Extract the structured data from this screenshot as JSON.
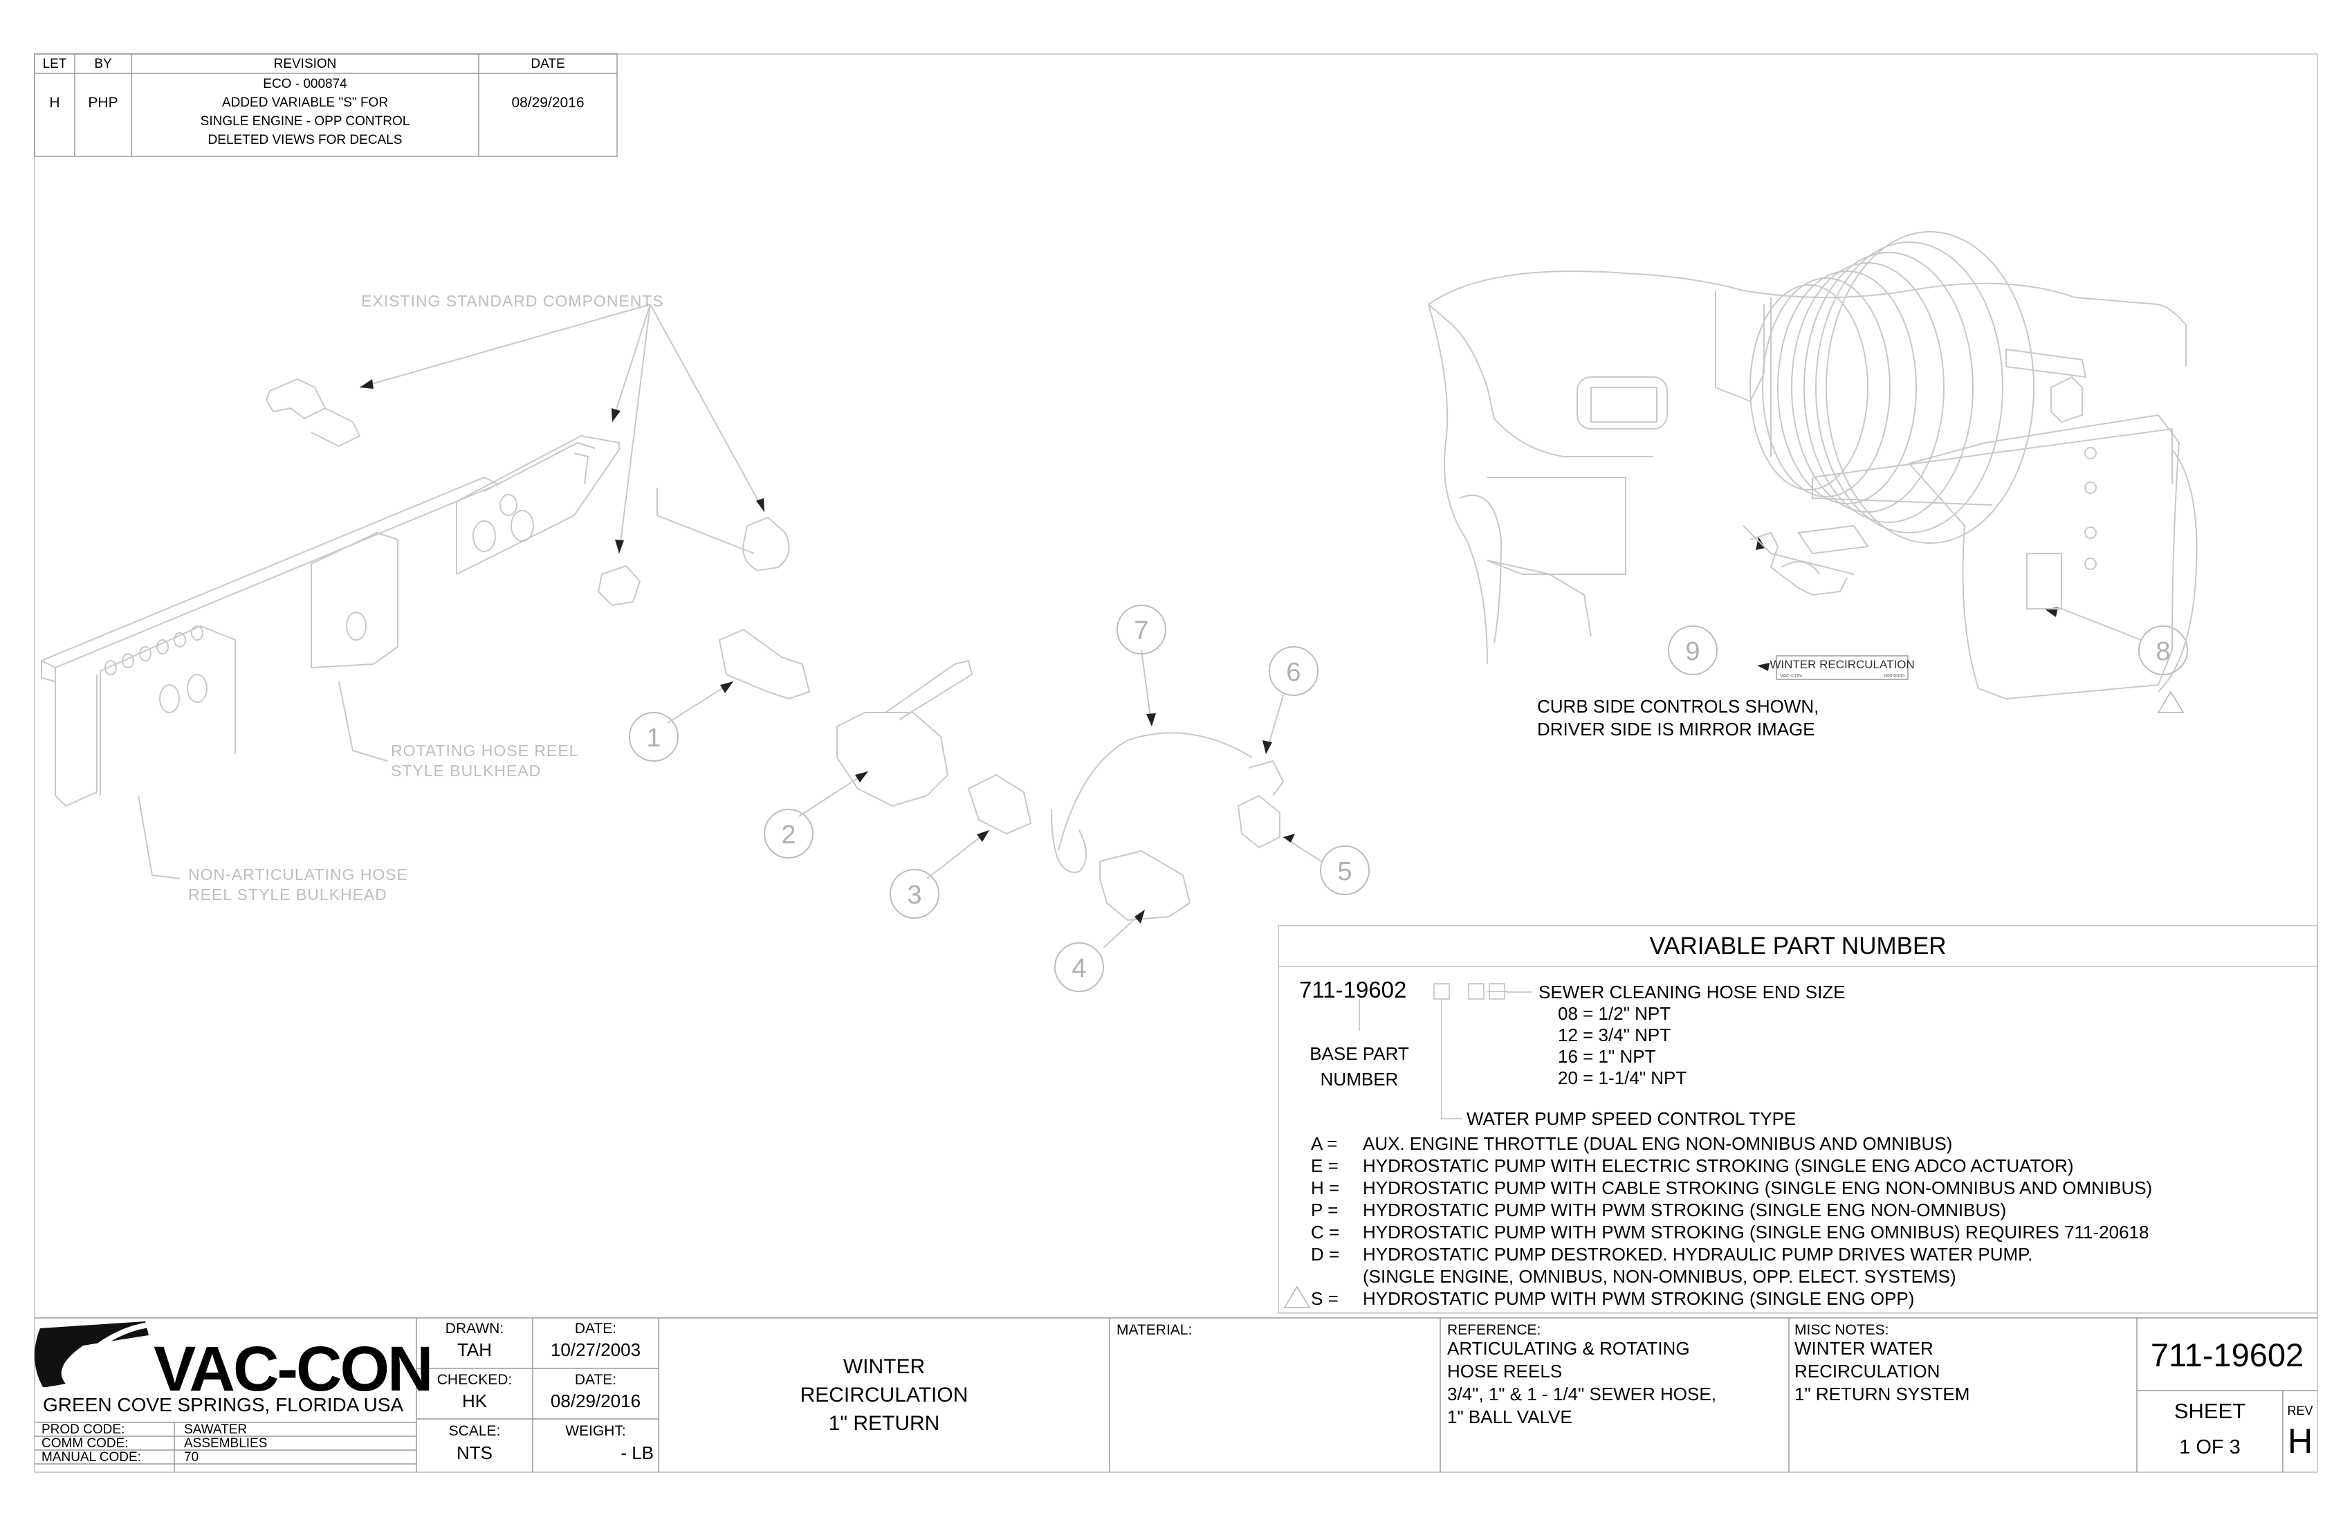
{
  "revision_block": {
    "headers": [
      "LET",
      "BY",
      "REVISION",
      "DATE"
    ],
    "rows": [
      {
        "let": "H",
        "by": "PHP",
        "revision": [
          "ECO - 000874",
          "ADDED VARIABLE \"S\" FOR",
          "SINGLE ENGINE - OPP CONTROL",
          "DELETED VIEWS FOR DECALS"
        ],
        "date": "08/29/2016"
      }
    ]
  },
  "drawing": {
    "callouts": [
      "EXISTING STANDARD COMPONENTS",
      "ROTATING HOSE REEL",
      "STYLE BULKHEAD",
      "NON-ARTICULATING HOSE",
      "REEL STYLE BULKHEAD"
    ],
    "balloons": [
      "1",
      "2",
      "3",
      "4",
      "5",
      "6",
      "7",
      "8",
      "9"
    ],
    "decal_label": "WINTER RECIRCULATION",
    "decal_small_left": "VAC-CON",
    "decal_small_right": "000-0000",
    "view_note": [
      "CURB SIDE CONTROLS SHOWN,",
      "DRIVER SIDE IS MIRROR IMAGE"
    ]
  },
  "variable_part": {
    "title": "VARIABLE PART NUMBER",
    "base": "711-19602",
    "base_label": [
      "BASE PART",
      "NUMBER"
    ],
    "hose_title": "SEWER CLEANING HOSE END SIZE",
    "hose_options": [
      "08 = 1/2\" NPT",
      "12 = 3/4\" NPT",
      "16 = 1\" NPT",
      "20 = 1-1/4\" NPT"
    ],
    "pump_title": "WATER PUMP SPEED CONTROL TYPE",
    "pump_options": [
      {
        "code": "A =",
        "desc": "AUX. ENGINE THROTTLE (DUAL ENG NON-OMNIBUS AND OMNIBUS)"
      },
      {
        "code": "E =",
        "desc": "HYDROSTATIC PUMP WITH ELECTRIC STROKING (SINGLE ENG ADCO ACTUATOR)"
      },
      {
        "code": "H =",
        "desc": "HYDROSTATIC PUMP WITH CABLE STROKING (SINGLE ENG NON-OMNIBUS AND OMNIBUS)"
      },
      {
        "code": "P =",
        "desc": "HYDROSTATIC PUMP WITH PWM STROKING (SINGLE ENG NON-OMNIBUS)"
      },
      {
        "code": "C =",
        "desc": "HYDROSTATIC PUMP WITH PWM STROKING (SINGLE ENG OMNIBUS) REQUIRES 711-20618"
      },
      {
        "code": "D =",
        "desc": "HYDROSTATIC PUMP DESTROKED. HYDRAULIC PUMP DRIVES WATER PUMP."
      },
      {
        "code": "",
        "desc": "(SINGLE ENGINE, OMNIBUS, NON-OMNIBUS, OPP. ELECT. SYSTEMS)"
      },
      {
        "code": "S =",
        "desc": "HYDROSTATIC PUMP WITH PWM STROKING (SINGLE ENG OPP)"
      }
    ]
  },
  "title_block": {
    "company": "VAC-CON",
    "location": "GREEN COVE SPRINGS, FLORIDA USA",
    "codes": [
      {
        "label": "PROD CODE:",
        "value": "SAWATER"
      },
      {
        "label": "COMM CODE:",
        "value": "ASSEMBLIES"
      },
      {
        "label": "MANUAL CODE:",
        "value": "70"
      }
    ],
    "drawn_label": "DRAWN:",
    "drawn": "TAH",
    "drawn_date_label": "DATE:",
    "drawn_date": "10/27/2003",
    "checked_label": "CHECKED:",
    "checked": "HK",
    "checked_date_label": "DATE:",
    "checked_date": "08/29/2016",
    "scale_label": "SCALE:",
    "scale": "NTS",
    "weight_label": "WEIGHT:",
    "weight": "- LB",
    "title": [
      "WINTER",
      "RECIRCULATION",
      "1\" RETURN"
    ],
    "material_label": "MATERIAL:",
    "reference_label": "REFERENCE:",
    "reference": [
      "ARTICULATING & ROTATING",
      "HOSE REELS",
      "3/4\", 1\" & 1 - 1/4\" SEWER HOSE,",
      "1\" BALL VALVE"
    ],
    "misc_label": "MISC NOTES:",
    "misc": [
      "WINTER WATER",
      "RECIRCULATION",
      "1\" RETURN SYSTEM"
    ],
    "part_number": "711-19602",
    "sheet_label": "SHEET",
    "sheet": "1 OF 3",
    "rev_label": "REV",
    "rev": "H"
  }
}
